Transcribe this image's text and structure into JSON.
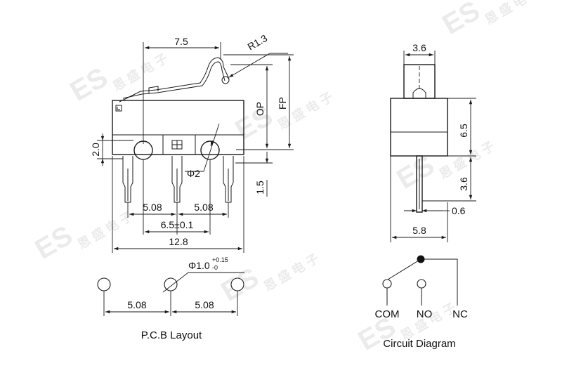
{
  "watermark": {
    "brand": "ES",
    "chars": "恩 盛 电 子"
  },
  "front_view": {
    "actuator_length": "7.5",
    "actuator_radius": "R1.3",
    "op_label": "OP",
    "fp_label": "FP",
    "mount_height": "2.0",
    "hole_diameter": "Φ2",
    "pin_length": "1.5",
    "pin_pitch_left": "5.08",
    "pin_pitch_right": "5.08",
    "hole_spacing": "6.5±0.1",
    "body_width": "12.8"
  },
  "side_view": {
    "actuator_width": "3.6",
    "body_height": "6.5",
    "pin_length": "3.6",
    "pin_thickness": "0.6",
    "body_depth": "5.8"
  },
  "pcb_layout": {
    "hole_diameter": "Φ1.0",
    "tolerance_plus": "+0.15",
    "tolerance_minus": "-0",
    "pitch_left": "5.08",
    "pitch_right": "5.08",
    "caption": "P.C.B Layout"
  },
  "circuit": {
    "com_label": "COM",
    "no_label": "NO",
    "nc_label": "NC",
    "caption": "Circuit Diagram"
  }
}
